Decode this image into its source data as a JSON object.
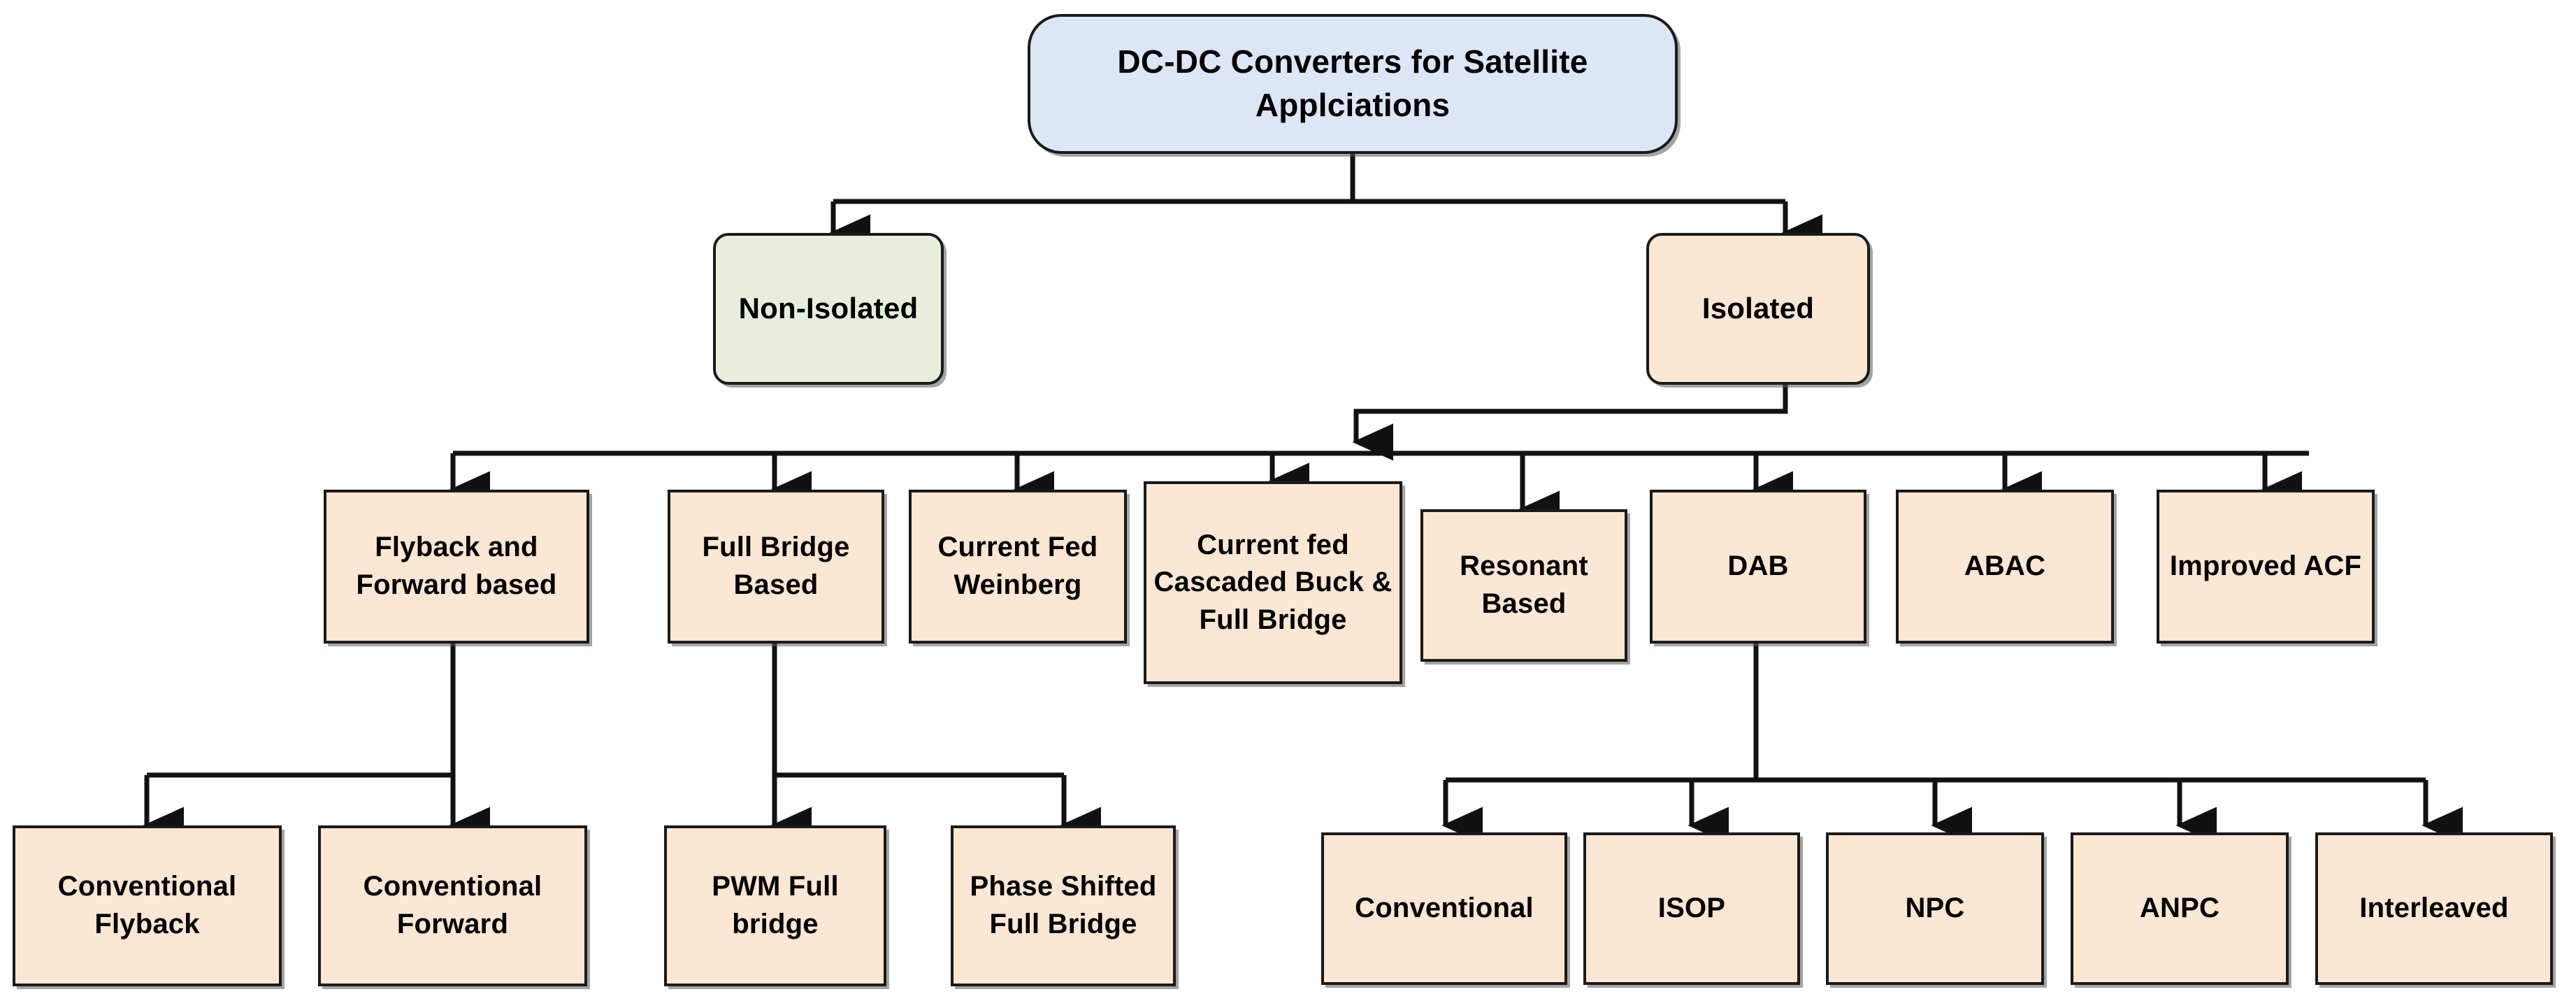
{
  "diagram": {
    "title": "DC-DC Converters for Satellite Applciations taxonomy",
    "colors": {
      "root_fill": "#dce6f7",
      "nonisolated_fill": "#e8eedc",
      "isolated_fill": "#fce6d4",
      "border": "#1a1a1a",
      "text": "#000000",
      "background": "#ffffff"
    },
    "nodes": {
      "root": {
        "label": "DC-DC Converters for Satellite Applciations"
      },
      "level2": [
        {
          "id": "non-isolated",
          "label": "Non-Isolated"
        },
        {
          "id": "isolated",
          "label": "Isolated"
        }
      ],
      "level3": [
        {
          "id": "flyback-forward-based",
          "label": "Flyback and Forward based"
        },
        {
          "id": "full-bridge-based",
          "label": "Full Bridge Based"
        },
        {
          "id": "current-fed-weinberg",
          "label": "Current Fed Weinberg"
        },
        {
          "id": "current-fed-cascaded-buck-full-bridge",
          "label": "Current fed Cascaded Buck & Full Bridge"
        },
        {
          "id": "resonant-based",
          "label": "Resonant Based"
        },
        {
          "id": "dab",
          "label": "DAB"
        },
        {
          "id": "abac",
          "label": "ABAC"
        },
        {
          "id": "improved-acf",
          "label": "Improved ACF"
        }
      ],
      "level4": [
        {
          "id": "conventional-flyback",
          "label": "Conventional Flyback",
          "parent": "flyback-forward-based"
        },
        {
          "id": "conventional-forward",
          "label": "Conventional Forward",
          "parent": "flyback-forward-based"
        },
        {
          "id": "pwm-full-bridge",
          "label": "PWM Full bridge",
          "parent": "full-bridge-based"
        },
        {
          "id": "phase-shifted-full-bridge",
          "label": "Phase Shifted Full Bridge",
          "parent": "full-bridge-based"
        },
        {
          "id": "dab-conventional",
          "label": "Conventional",
          "parent": "dab"
        },
        {
          "id": "isop",
          "label": "ISOP",
          "parent": "dab"
        },
        {
          "id": "npc",
          "label": "NPC",
          "parent": "dab"
        },
        {
          "id": "anpc",
          "label": "ANPC",
          "parent": "dab"
        },
        {
          "id": "interleaved",
          "label": "Interleaved",
          "parent": "dab"
        }
      ]
    }
  }
}
